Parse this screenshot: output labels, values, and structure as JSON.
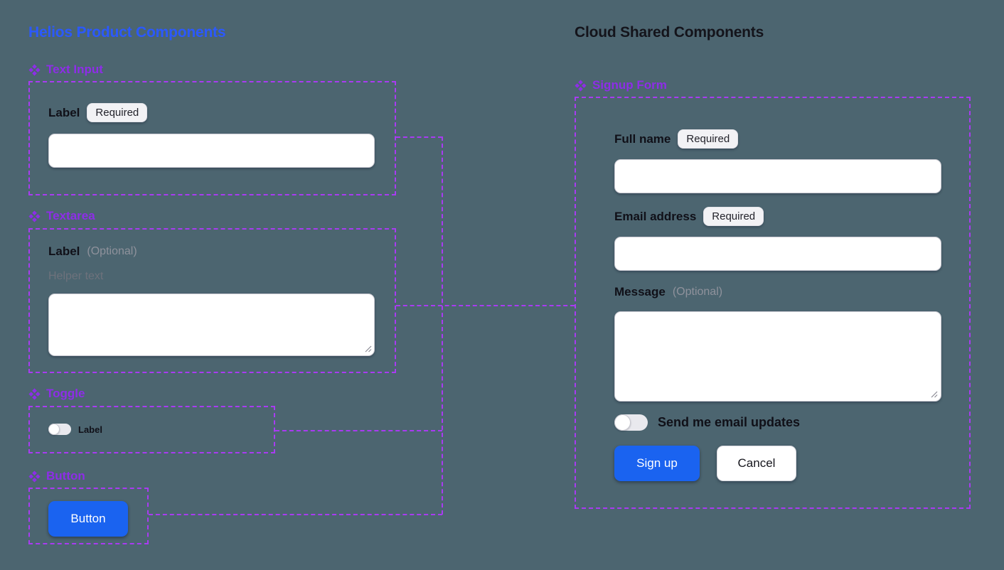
{
  "colors": {
    "canvas_bg": "#4C6570",
    "left_title_blue": "#2B59FF",
    "component_purple": "#8E2DE8",
    "dashed_outline_purple": "#A93BF2",
    "primary_button_blue": "#1A63F0"
  },
  "left_panel": {
    "title": "Helios Product Components",
    "text_input": {
      "heading": "Text Input",
      "label": "Label",
      "badge": "Required",
      "value": ""
    },
    "textarea": {
      "heading": "Textarea",
      "label": "Label",
      "optional": "(Optional)",
      "helper": "Helper text",
      "value": ""
    },
    "toggle": {
      "heading": "Toggle",
      "label": "Label",
      "state": "off"
    },
    "button": {
      "heading": "Button",
      "label": "Button"
    }
  },
  "right_panel": {
    "title": "Cloud Shared Components",
    "signup_form": {
      "heading": "Signup Form",
      "full_name": {
        "label": "Full name",
        "badge": "Required",
        "value": ""
      },
      "email": {
        "label": "Email address",
        "badge": "Required",
        "value": ""
      },
      "message": {
        "label": "Message",
        "optional": "(Optional)",
        "value": ""
      },
      "updates_toggle": {
        "label": "Send me email updates",
        "state": "off"
      },
      "submit_label": "Sign up",
      "cancel_label": "Cancel"
    }
  }
}
